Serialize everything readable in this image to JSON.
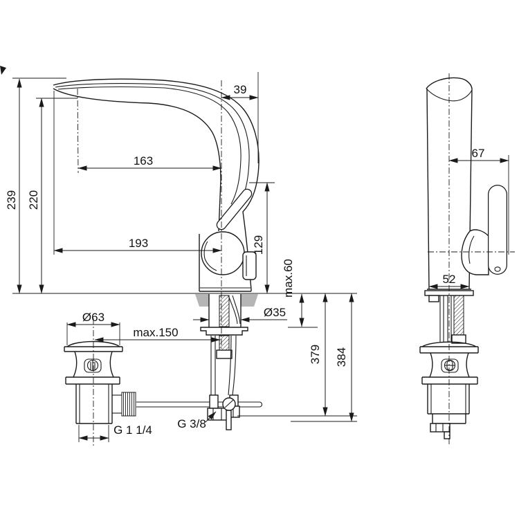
{
  "meta": {
    "kind": "technical dimension drawing",
    "subject": "single-lever basin mixer tap with pop-up waste, front and side elevations",
    "units": "mm"
  },
  "colors": {
    "line": "#1a1a1a",
    "deck_section": "#b5b5b5",
    "background": "#ffffff"
  },
  "labels": {
    "d239": "239",
    "d220": "220",
    "d163": "163",
    "d193": "193",
    "d39": "39",
    "d129": "129",
    "dmax60": "max.60",
    "dia63": "Ø63",
    "dia35": "Ø35",
    "dmax150": "max.150",
    "d379": "379",
    "d384": "384",
    "g114": "G 1 1/4",
    "g38": "G 3/8",
    "d67": "67",
    "d52": "52"
  }
}
